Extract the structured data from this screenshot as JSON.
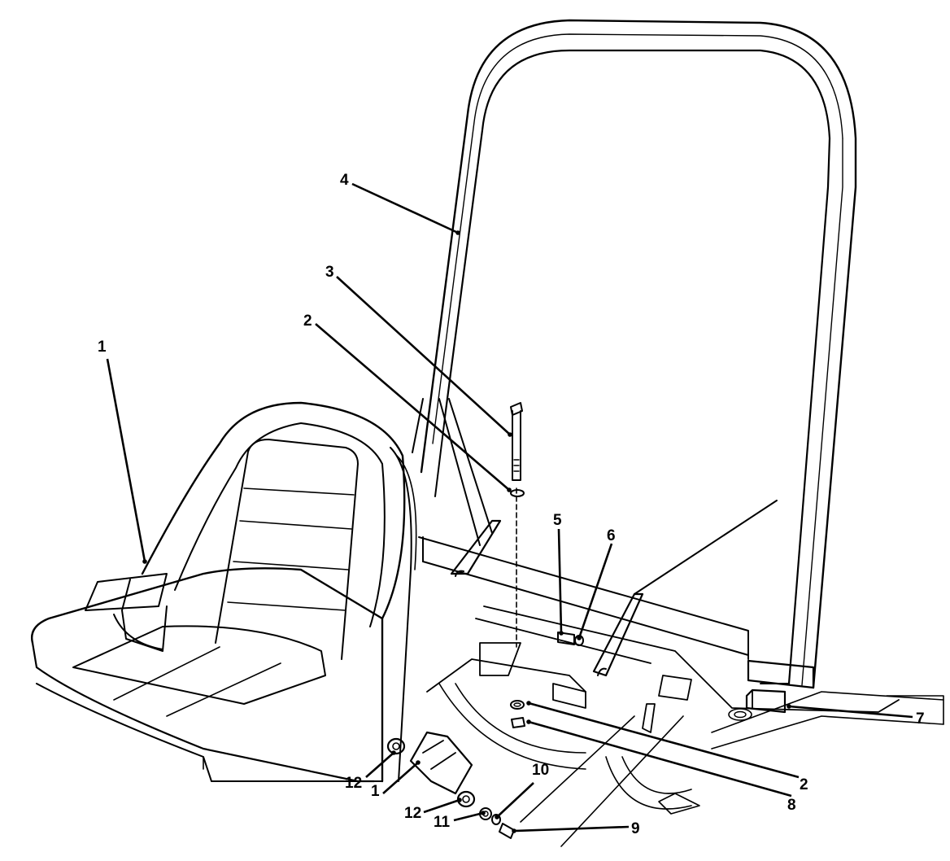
{
  "diagram": {
    "callouts": [
      {
        "id": "c1a",
        "label": "1"
      },
      {
        "id": "c1b",
        "label": "1"
      },
      {
        "id": "c2a",
        "label": "2"
      },
      {
        "id": "c2b",
        "label": "2"
      },
      {
        "id": "c3",
        "label": "3"
      },
      {
        "id": "c4",
        "label": "4"
      },
      {
        "id": "c5",
        "label": "5"
      },
      {
        "id": "c6",
        "label": "6"
      },
      {
        "id": "c7",
        "label": "7"
      },
      {
        "id": "c8",
        "label": "8"
      },
      {
        "id": "c9",
        "label": "9"
      },
      {
        "id": "c10",
        "label": "10"
      },
      {
        "id": "c11",
        "label": "11"
      },
      {
        "id": "c12a",
        "label": "12"
      },
      {
        "id": "c12b",
        "label": "12"
      }
    ]
  },
  "colors": {
    "ink": "#000000",
    "paper": "#ffffff"
  }
}
